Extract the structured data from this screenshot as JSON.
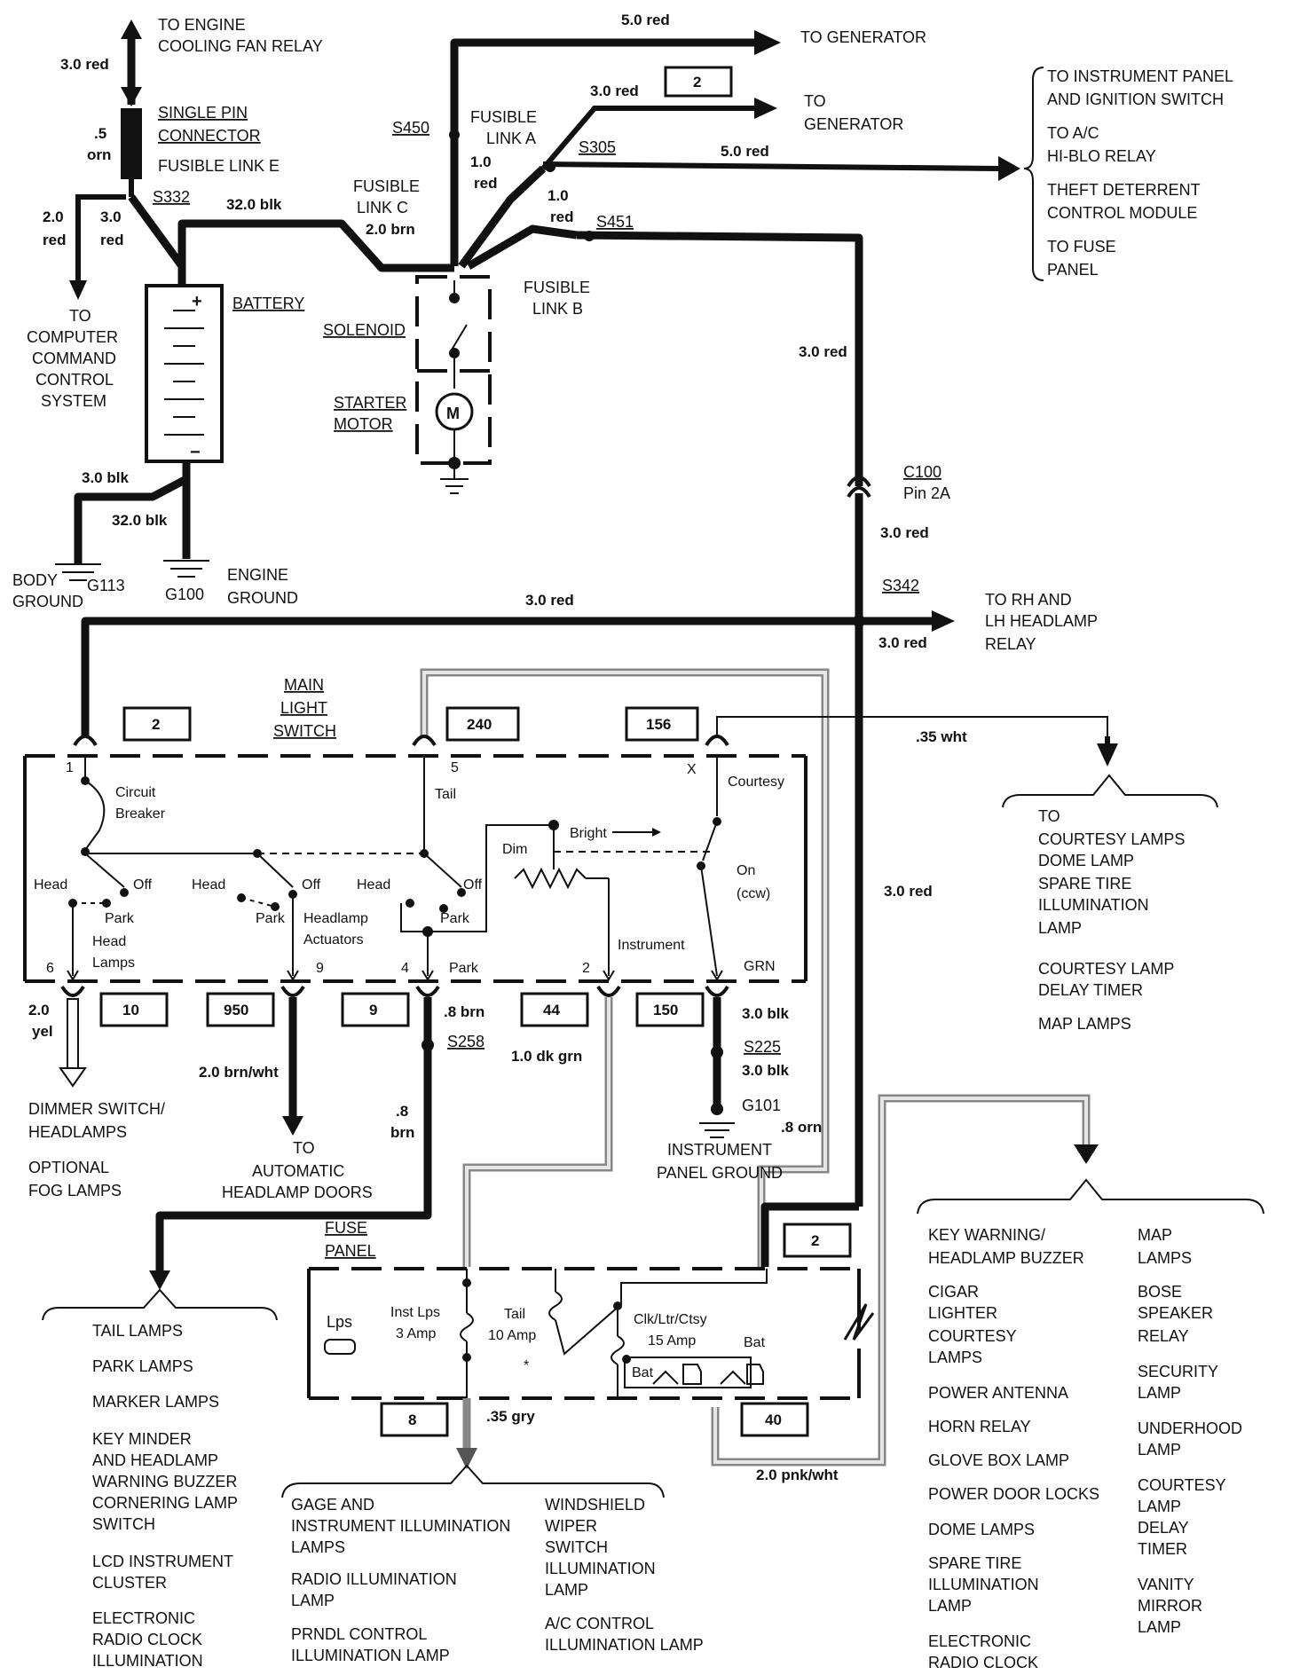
{
  "wire_labels": {
    "w_top_left_red": "3.0 red",
    "w_orn": ".5",
    "w_orn2": "orn",
    "w_2red_a": "2.0",
    "w_2red_b": "red",
    "w_3red_a": "3.0",
    "w_3red_b": "red",
    "w_32blk": "32.0 blk",
    "w_5red_top": "5.0 red",
    "w_3red_gen": "3.0 red",
    "w_5red_mid": "5.0 red",
    "w_fl_a1": "1.0",
    "w_fl_a2": "red",
    "w_fl_b1": "1.0",
    "w_fl_b2": "red",
    "w_fl_c": "2.0 brn",
    "w_3red_right": "3.0 red",
    "w_3blk": "3.0 blk",
    "w_32blk2": "32.0 blk",
    "w_3red_c100": "3.0 red",
    "w_3red_main": "3.0 red",
    "w_3red_s342": "3.0 red",
    "w_35wht": ".35 wht",
    "w_3red_right2": "3.0 red",
    "w_2yel_a": "2.0",
    "w_2yel_b": "yel",
    "w_2brnwht": "2.0 brn/wht",
    "w_8brn": ".8 brn",
    "w_8brn_a": ".8",
    "w_8brn_b": "brn",
    "w_1dkgrn": "1.0 dk grn",
    "w_3blk_b": "3.0 blk",
    "w_3blk_c": "3.0 blk",
    "w_8orn": ".8 orn",
    "w_35gry": ".35 gry",
    "w_2pnkwht": "2.0 pnk/wht"
  },
  "components": {
    "engine_fan_1": "TO ENGINE",
    "engine_fan_2": "COOLING FAN RELAY",
    "single_pin_1": "SINGLE PIN",
    "single_pin_2": "CONNECTOR",
    "fusible_e": "FUSIBLE LINK E",
    "s332": "S332",
    "battery": "BATTERY",
    "computer_1": "TO",
    "computer_2": "COMPUTER",
    "computer_3": "COMMAND",
    "computer_4": "CONTROL",
    "computer_5": "SYSTEM",
    "to_generator_1": "TO GENERATOR",
    "to_generator_2a": "TO",
    "to_generator_2b": "GENERATOR",
    "s450": "S450",
    "fusible_a1": "FUSIBLE",
    "fusible_a2": "LINK A",
    "s305": "S305",
    "fusible_c1": "FUSIBLE",
    "fusible_c2": "LINK C",
    "s451": "S451",
    "fusible_b1": "FUSIBLE",
    "fusible_b2": "LINK B",
    "solenoid": "SOLENOID",
    "starter_1": "STARTER",
    "starter_2": "MOTOR",
    "motor_m": "M",
    "ip_1": "TO INSTRUMENT PANEL",
    "ip_2": "AND IGNITION SWITCH",
    "ac_1": "TO A/C",
    "ac_2": "HI-BLO RELAY",
    "theft_1": "THEFT DETERRENT",
    "theft_2": "CONTROL MODULE",
    "fuse_1": "TO FUSE",
    "fuse_2": "PANEL",
    "c100": "C100",
    "pin2a": "Pin 2A",
    "body_gnd_1": "BODY",
    "body_gnd_2": "GROUND",
    "g113": "G113",
    "g100": "G100",
    "engine_gnd_1": "ENGINE",
    "engine_gnd_2": "GROUND",
    "s342": "S342",
    "rh_lh_1": "TO RH AND",
    "rh_lh_2": "LH HEADLAMP",
    "rh_lh_3": "RELAY",
    "main_1": "MAIN",
    "main_2": "LIGHT",
    "main_3": "SWITCH",
    "s258": "S258",
    "s225": "S225",
    "g101": "G101",
    "ipg_1": "INSTRUMENT",
    "ipg_2": "PANEL GROUND",
    "fuse_panel_1": "FUSE",
    "fuse_panel_2": "PANEL"
  },
  "switch_labels": {
    "pin1": "1",
    "pin5": "5",
    "pinx": "X",
    "pin6": "6",
    "pin9": "9",
    "pin4": "4",
    "pin2": "2",
    "cb_1": "Circuit",
    "cb_2": "Breaker",
    "tail": "Tail",
    "courtesy": "Courtesy",
    "bright": "Bright",
    "dim": "Dim",
    "on": "On",
    "ccw": "(ccw)",
    "head1": "Head",
    "off1": "Off",
    "park1": "Park",
    "head2": "Head",
    "off2": "Off",
    "park2": "Park",
    "head3": "Head",
    "off3": "Off",
    "park3": "Park",
    "head_lamps_1": "Head",
    "head_lamps_2": "Lamps",
    "hla_1": "Headlamp",
    "hla_2": "Actuators",
    "park_out": "Park",
    "instrument": "Instrument",
    "grn": "GRN"
  },
  "boxes": {
    "b_2_top": "2",
    "b_2_sw": "2",
    "b_240": "240",
    "b_156": "156",
    "b_10": "10",
    "b_950": "950",
    "b_9": "9",
    "b_44": "44",
    "b_150": "150",
    "b_2_fuse": "2",
    "b_8": "8",
    "b_40": "40"
  },
  "fuse_panel": {
    "lps": "Lps",
    "inst_1": "Inst Lps",
    "inst_2": "3 Amp",
    "tail_1": "Tail",
    "tail_2": "10 Amp",
    "clk_1": "Clk/Ltr/Ctsy",
    "clk_2": "15 Amp",
    "bat1": "Bat",
    "bat2": "Bat",
    "star": "*"
  },
  "lists": {
    "courtesy_group": [
      "TO",
      "COURTESY LAMPS",
      "DOME LAMP",
      "SPARE TIRE",
      "ILLUMINATION",
      "LAMP",
      "",
      "COURTESY LAMP",
      "DELAY TIMER",
      "",
      "MAP LAMPS"
    ],
    "dimmer_group": [
      "DIMMER SWITCH/",
      "HEADLAMPS",
      "",
      "OPTIONAL",
      "FOG LAMPS"
    ],
    "auto_doors": [
      "TO",
      "AUTOMATIC",
      "HEADLAMP DOORS"
    ],
    "tail_group": [
      "TAIL LAMPS",
      "",
      "PARK LAMPS",
      "",
      "MARKER LAMPS",
      "",
      "KEY MINDER",
      "AND HEADLAMP",
      "WARNING BUZZER",
      "CORNERING LAMP",
      "SWITCH",
      "",
      "LCD INSTRUMENT",
      "CLUSTER",
      "",
      "ELECTRONIC",
      "RADIO CLOCK",
      "ILLUMINATION"
    ],
    "gage_left": [
      "GAGE AND",
      "INSTRUMENT ILLUMINATION",
      "LAMPS",
      "",
      "RADIO ILLUMINATION",
      "LAMP",
      "",
      "PRNDL CONTROL",
      "ILLUMINATION LAMP"
    ],
    "gage_right": [
      "WINDSHIELD",
      "WIPER",
      "SWITCH",
      "ILLUMINATION",
      "LAMP",
      "",
      "A/C CONTROL",
      "ILLUMINATION LAMP"
    ],
    "key_left": [
      "KEY WARNING/",
      "HEADLAMP BUZZER",
      "",
      "CIGAR",
      "LIGHTER",
      "COURTESY",
      "LAMPS",
      "",
      "POWER ANTENNA",
      "",
      "HORN RELAY",
      "",
      "GLOVE BOX LAMP",
      "",
      "POWER DOOR LOCKS",
      "",
      "DOME LAMPS",
      "",
      "SPARE TIRE",
      "ILLUMINATION",
      "LAMP",
      "",
      "ELECTRONIC",
      "RADIO CLOCK"
    ],
    "key_right": [
      "MAP",
      "LAMPS",
      "",
      "BOSE",
      "SPEAKER",
      "RELAY",
      "",
      "SECURITY",
      "LAMP",
      "",
      "UNDERHOOD",
      "LAMP",
      "",
      "COURTESY",
      "LAMP",
      "DELAY",
      "TIMER",
      "",
      "VANITY",
      "MIRROR",
      "LAMP"
    ]
  }
}
